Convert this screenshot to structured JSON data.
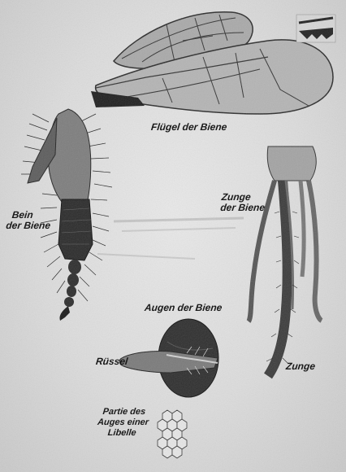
{
  "labels": {
    "wings": "Flügel der Biene",
    "leg_line1": "Bein",
    "leg_line2": "der Biene",
    "tongue_line1": "Zunge",
    "tongue_line2": "der Biene",
    "eyes": "Augen der Biene",
    "proboscis": "Rüssel",
    "tongue": "Zunge",
    "dragonfly_line1": "Partie des",
    "dragonfly_line2": "Auges einer",
    "dragonfly_line3": "Libelle"
  }
}
